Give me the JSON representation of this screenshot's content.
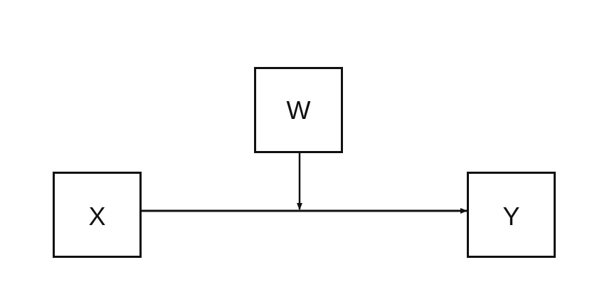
{
  "diagram": {
    "nodes": [
      {
        "id": "w",
        "label": "W"
      },
      {
        "id": "x",
        "label": "X"
      },
      {
        "id": "y",
        "label": "Y"
      }
    ],
    "edges": [
      {
        "from": "x",
        "to": "y",
        "type": "arrow"
      },
      {
        "from": "w",
        "to": "x-y-path",
        "type": "arrow"
      }
    ],
    "colors": {
      "stroke": "#111111",
      "background": "#ffffff"
    }
  }
}
